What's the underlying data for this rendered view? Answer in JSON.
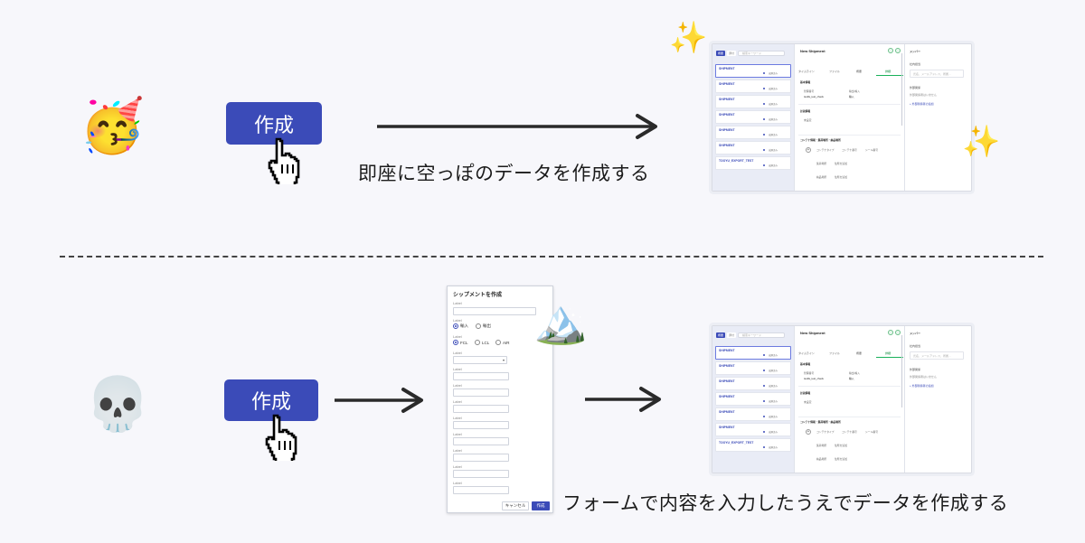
{
  "colors": {
    "accent": "#3b4bb8",
    "arrow": "#2a2a2a",
    "background": "#f7f7fb",
    "divider": "#444444"
  },
  "top": {
    "emoji": "🥳",
    "button_label": "作成",
    "caption": "即座に空っぽのデータを作成する",
    "sparkles": "✨"
  },
  "bottom": {
    "emoji": "💀",
    "button_label": "作成",
    "mountain": "🏔️",
    "caption": "フォームで内容を入力したうえでデータを作成する"
  },
  "app": {
    "tab_active": "概要",
    "tab_other": "添付",
    "search_placeholder": "検索キーワード",
    "cards": [
      {
        "title": "SHIPMENT",
        "status": "出港済み"
      },
      {
        "title": "SHIPMENT",
        "status": "出港済み"
      },
      {
        "title": "SHIPMENT",
        "status": "出港済み"
      },
      {
        "title": "SHIPMENT",
        "status": "出港済み"
      },
      {
        "title": "SHIPMENT",
        "status": "出港済み"
      },
      {
        "title": "SHIPMENT",
        "status": "出港済み"
      },
      {
        "title": "TOOYU_EXPORT_TEST",
        "status": "出港済み"
      }
    ],
    "detail_title": "New Shipment",
    "subtabs": [
      "タイムライン",
      "ファイル",
      "概要",
      "詳細"
    ],
    "section_basic": "基本情報",
    "field_name_label": "管理番号",
    "field_name_value": "tsuills_test_check",
    "field_type_label": "輸出/輸入",
    "field_type_value": "輸入",
    "section_plan": "計画情報",
    "plan_value": "未設定",
    "section_container": "コンテナ情報・集荷場所・納品場所",
    "container_fields": [
      "コンテナタイプ",
      "コンテナ番号",
      "シール番号"
    ],
    "pickup_label": "集荷場所",
    "delivery_label": "納品場所",
    "pickup_value": "住所を追加",
    "member_header": "メンバー",
    "member_owner_label": "社内担当",
    "member_input_placeholder": "氏名、メールアドレス、所属…",
    "external_label": "外部関係",
    "external_note": "外部関係者はいません",
    "external_link": "+ 外部関係者の追加"
  },
  "form": {
    "title": "シップメントを作成",
    "field_label": "Label",
    "radio1": [
      "輸入",
      "輸出"
    ],
    "radio2": [
      "FCL",
      "LCL",
      "AIR"
    ],
    "cancel": "キャンセル",
    "submit": "作成"
  }
}
